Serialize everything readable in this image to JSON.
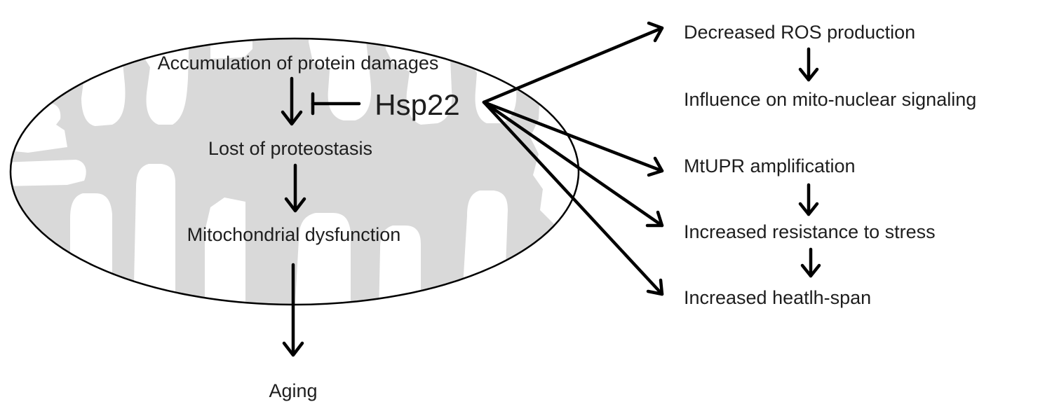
{
  "colors": {
    "background": "#ffffff",
    "mitochondrion_fill": "#d9d9d9",
    "cristae_fill": "#ffffff",
    "outline": "#000000",
    "text": "#1e1e1e"
  },
  "mitochondrion": {
    "chain": {
      "accumulation": "Accumulation of protein damages",
      "lost_proteostasis": "Lost of proteostasis",
      "mito_dysfunction": "Mitochondrial dysfunction"
    },
    "hsp22": "Hsp22"
  },
  "outside": {
    "aging": "Aging"
  },
  "effects": {
    "ros": "Decreased ROS production",
    "mito_nuclear": "Influence on mito-nuclear signaling",
    "mtupr": "MtUPR amplification",
    "stress": "Increased resistance to stress",
    "healthspan": "Increased heatlh-span"
  },
  "relations": [
    {
      "from": "accumulation",
      "to": "lost_proteostasis",
      "type": "leads-to"
    },
    {
      "from": "hsp22",
      "to": "accumulation-to-lost_proteostasis",
      "type": "inhibits"
    },
    {
      "from": "lost_proteostasis",
      "to": "mito_dysfunction",
      "type": "leads-to"
    },
    {
      "from": "mito_dysfunction",
      "to": "aging",
      "type": "leads-to"
    },
    {
      "from": "hsp22",
      "to": "ros",
      "type": "leads-to"
    },
    {
      "from": "hsp22",
      "to": "mtupr",
      "type": "leads-to"
    },
    {
      "from": "hsp22",
      "to": "stress",
      "type": "leads-to"
    },
    {
      "from": "hsp22",
      "to": "healthspan",
      "type": "leads-to"
    },
    {
      "from": "ros",
      "to": "mito_nuclear",
      "type": "leads-to"
    },
    {
      "from": "mtupr",
      "to": "stress",
      "type": "leads-to"
    },
    {
      "from": "stress",
      "to": "healthspan",
      "type": "leads-to"
    }
  ]
}
